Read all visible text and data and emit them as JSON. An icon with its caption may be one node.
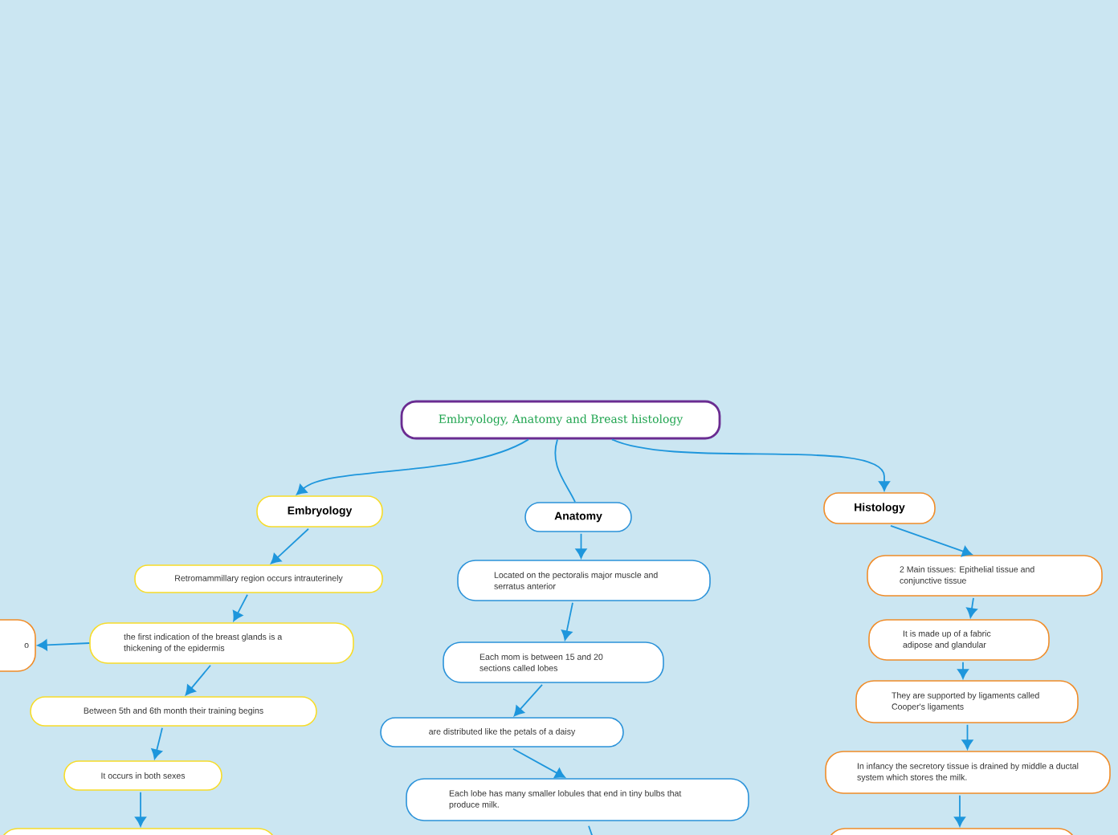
{
  "diagram": {
    "title": "Embryology, Anatomy and Breast histology",
    "nodes": [
      {
        "text": [
          "Embryology"
        ]
      },
      {
        "text": [
          "Retromammillary region occurs intrauterinely"
        ]
      },
      {
        "text": [
          "the first indication of the breast glands is a thickening of the epidermis"
        ]
      },
      {
        "text": [
          "o"
        ]
      },
      {
        "text": [
          "Between 5th and 6th month their training begins"
        ]
      },
      {
        "text": [
          "It occurs in both sexes"
        ]
      },
      {
        "text": [],
        "shape": "box"
      },
      {
        "text": [
          "Anatomy"
        ]
      },
      {
        "text": [
          "Located on the pectoralis major muscle and serratus anterior"
        ]
      },
      {
        "text": [
          "Each mom is between 15 and 20 sections called lobes"
        ]
      },
      {
        "text": [
          "are distributed like the petals of a daisy"
        ]
      },
      {
        "text": [
          "Each lobe has many smaller lobules that end in tiny bulbs that produce milk."
        ]
      },
      {
        "text": [
          "Histology"
        ]
      },
      {
        "text": [
          "2 Main tissues: Epithelial tissue and conjunctive tissue"
        ]
      },
      {
        "text": [
          "It is made up of a fabric adipose and glandular"
        ]
      },
      {
        "text": [
          "They are supported by ligaments called Cooper's ligaments"
        ]
      },
      {
        "text": [
          "In infancy the secretory tissue is drained by middle a ductal system which stores the milk."
        ]
      },
      {
        "text": [],
        "shape": "box"
      }
    ],
    "edges": [
      {
        "from": null,
        "to": 0,
        "arrow": "to"
      },
      {
        "from": null,
        "to": 7,
        "arrow": "none"
      },
      {
        "from": null,
        "to": 12,
        "arrow": "to"
      },
      {
        "from": 0,
        "to": 1,
        "arrow": "to"
      },
      {
        "from": 1,
        "to": 2,
        "arrow": "to"
      },
      {
        "from": 2,
        "to": 3,
        "arrow": "to"
      },
      {
        "from": 2,
        "to": 4,
        "arrow": "to"
      },
      {
        "from": 4,
        "to": 5,
        "arrow": "to"
      },
      {
        "from": 5,
        "to": 6,
        "arrow": "to"
      },
      {
        "from": 7,
        "to": 8,
        "arrow": "to"
      },
      {
        "from": 8,
        "to": 9,
        "arrow": "to"
      },
      {
        "from": 9,
        "to": 10,
        "arrow": "to"
      },
      {
        "from": 10,
        "to": 11,
        "arrow": "to"
      },
      {
        "from": 11,
        "to": null,
        "arrow": "none"
      },
      {
        "from": 12,
        "to": 13,
        "arrow": "to"
      },
      {
        "from": 13,
        "to": 14,
        "arrow": "to"
      },
      {
        "from": 14,
        "to": 15,
        "arrow": "to"
      },
      {
        "from": 15,
        "to": 16,
        "arrow": "to"
      },
      {
        "from": 16,
        "to": 17,
        "arrow": "to"
      }
    ]
  }
}
